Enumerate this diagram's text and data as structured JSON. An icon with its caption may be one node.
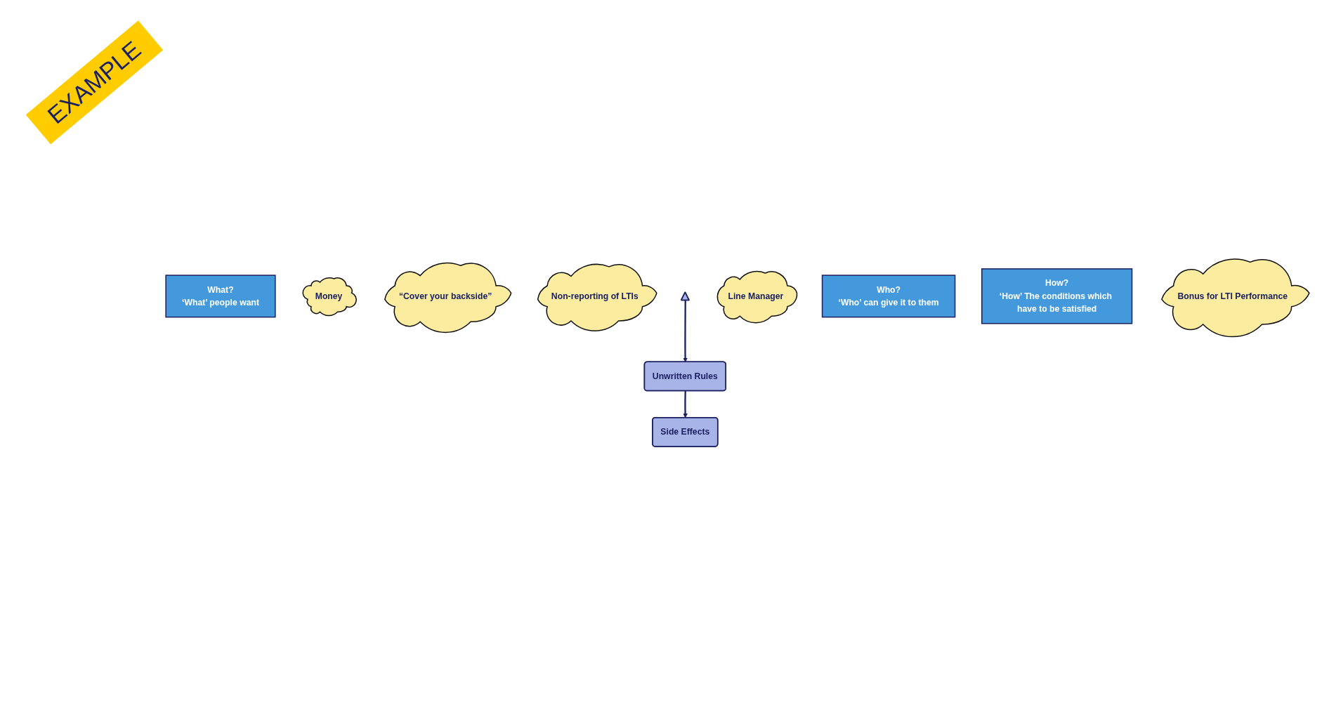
{
  "diagram": {
    "nodes": [
      {
        "text": [
          "What?",
          "‘What’ people want"
        ]
      },
      {
        "text": [
          "Money"
        ]
      },
      {
        "text": [
          "“Cover your backside”"
        ]
      },
      {
        "text": [
          "Non-reporting of LTIs"
        ]
      },
      {
        "text": [],
        "shape": "triangle"
      },
      {
        "text": [
          "Unwritten Rules"
        ]
      },
      {
        "text": [
          "Side Effects"
        ]
      },
      {
        "text": [
          "Line Manager"
        ]
      },
      {
        "text": [
          "Who?",
          "‘Who’ can give it to them"
        ]
      },
      {
        "text": [
          "How?",
          "‘How’ The conditions which have to be satisfied"
        ]
      },
      {
        "text": [
          "Bonus for LTI Performance"
        ]
      }
    ],
    "edges": [
      {
        "from": 4,
        "to": 5,
        "arrow": "to"
      },
      {
        "from": 5,
        "to": 6,
        "arrow": "to"
      }
    ],
    "labels": [
      "EXAMPLE"
    ]
  }
}
